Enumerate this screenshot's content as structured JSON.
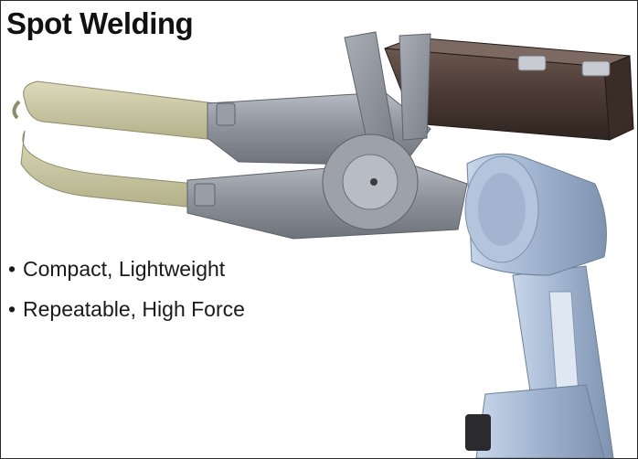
{
  "slide": {
    "title": "Spot Welding",
    "bullets": [
      {
        "marker": "•",
        "text": "Compact, Lightweight"
      },
      {
        "marker": "•",
        "text": "Repeatable, High Force"
      }
    ]
  },
  "colors": {
    "border": "#2a2a2a",
    "robot_gray": "#8f939b",
    "robot_blue": "#9fb3cf",
    "actuator_brown": "#4a3a34",
    "electrode_khaki": "#c9c6a2"
  }
}
